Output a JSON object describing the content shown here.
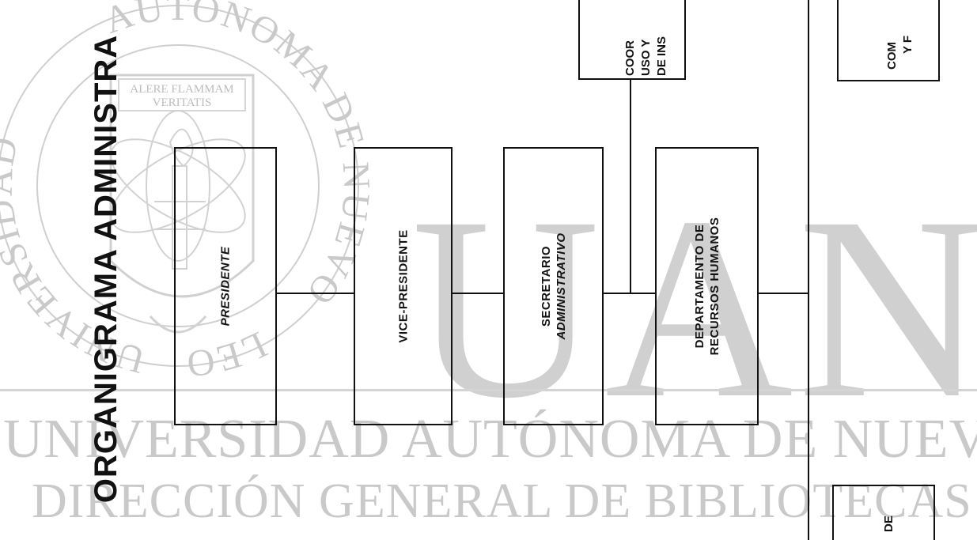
{
  "title": "ORGANIGRAMA ADMINISTRA",
  "watermark": {
    "letters": "UANL",
    "line1": "UNIVERSIDAD AUTÓNOMA DE NUEVO LEÓN",
    "line2": "DIRECCIÓN GENERAL DE BIBLIOTECAS",
    "seal_ring_top": "AUTONOMA DE NUEVO",
    "seal_ring_left": "UNIVERSIDAD",
    "seal_ring_right": "LEON",
    "seal_motto_1": "ALERE FLAMMAM",
    "seal_motto_2": "VERITATIS"
  },
  "boxes": {
    "presidente": "PRESIDENTE",
    "vicepresidente": "VICE-PRESIDENTE",
    "secretario_1": "SECRETARIO",
    "secretario_2": "ADMINISTRATIVO",
    "departamento_1": "DEPARTAMENTO DE",
    "departamento_2": "RECURSOS HUMANOS",
    "coord_1": "COOR",
    "coord_2": "USO Y",
    "coord_3": "DE INS",
    "com_1": "COM",
    "com_2": "Y F",
    "de_1": "DE"
  }
}
